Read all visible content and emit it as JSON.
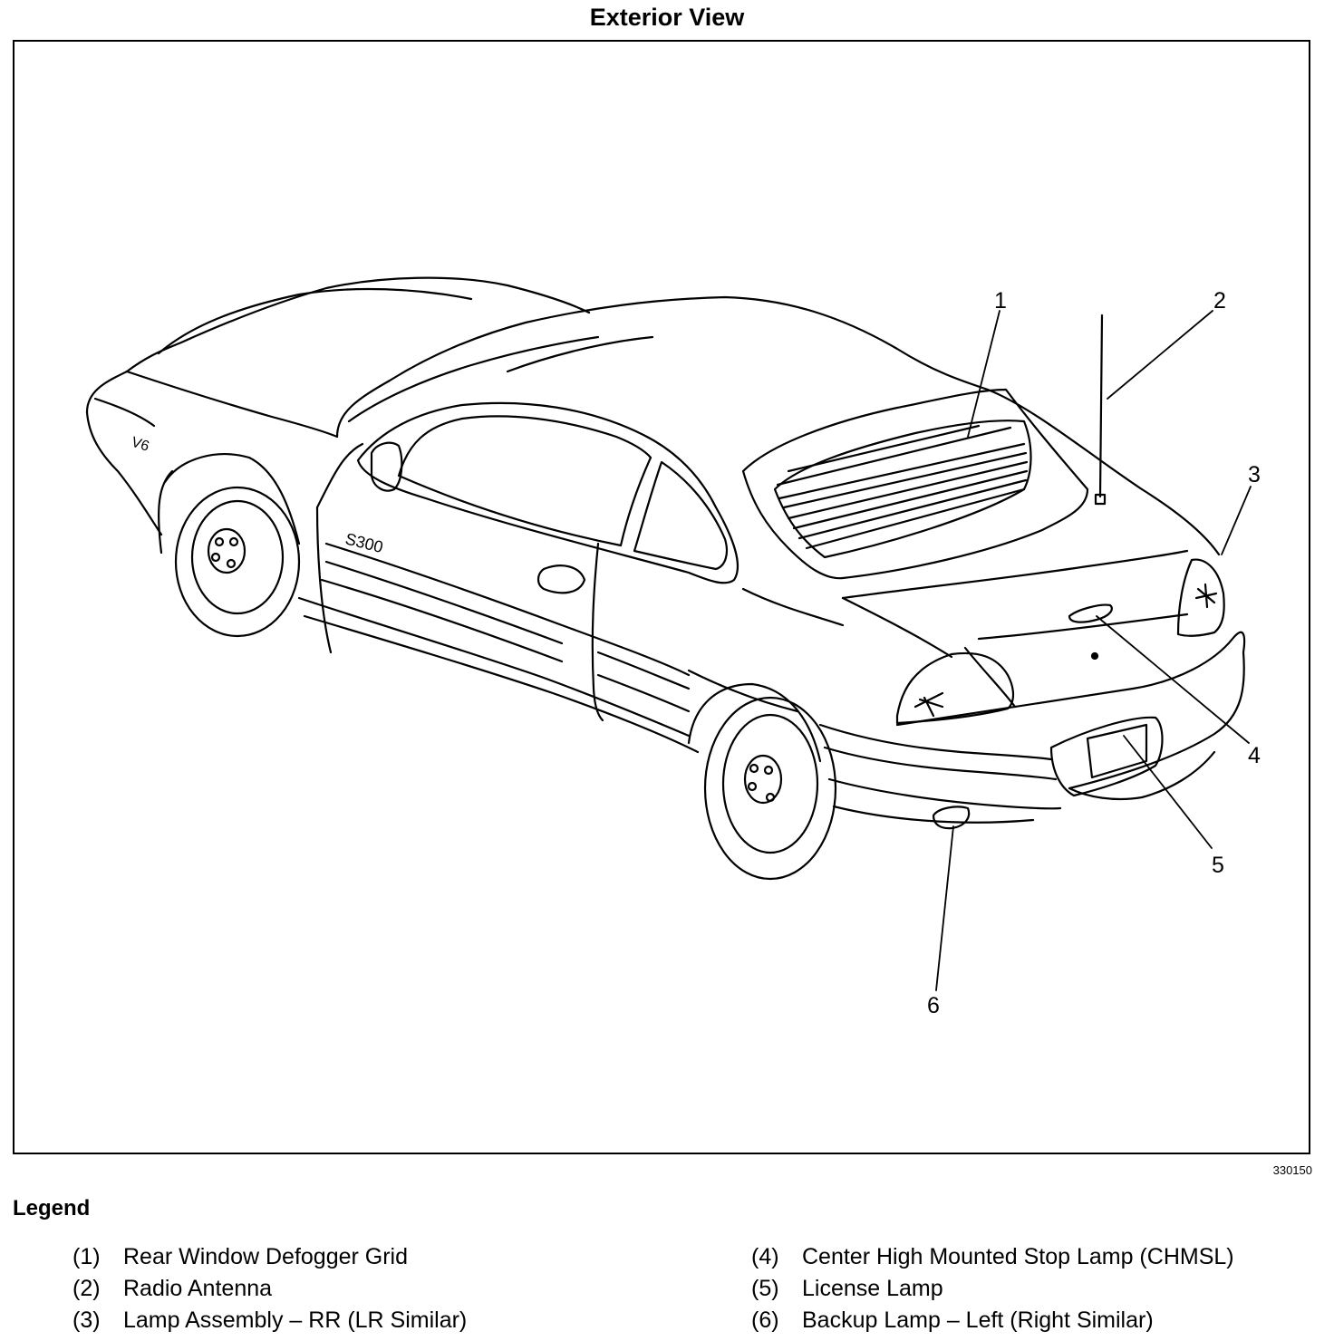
{
  "title": "Exterior View",
  "figure_id": "330150",
  "callouts": [
    "1",
    "2",
    "3",
    "4",
    "5",
    "6"
  ],
  "car_badges": [
    "V6"
  ],
  "legend": {
    "title": "Legend",
    "items": [
      {
        "num": "(1)",
        "label": "Rear Window Defogger Grid"
      },
      {
        "num": "(2)",
        "label": "Radio Antenna"
      },
      {
        "num": "(3)",
        "label": "Lamp Assembly – RR (LR Similar)"
      },
      {
        "num": "(4)",
        "label": "Center High Mounted Stop Lamp (CHMSL)"
      },
      {
        "num": "(5)",
        "label": "License Lamp"
      },
      {
        "num": "(6)",
        "label": "Backup Lamp – Left (Right Similar)"
      }
    ]
  }
}
